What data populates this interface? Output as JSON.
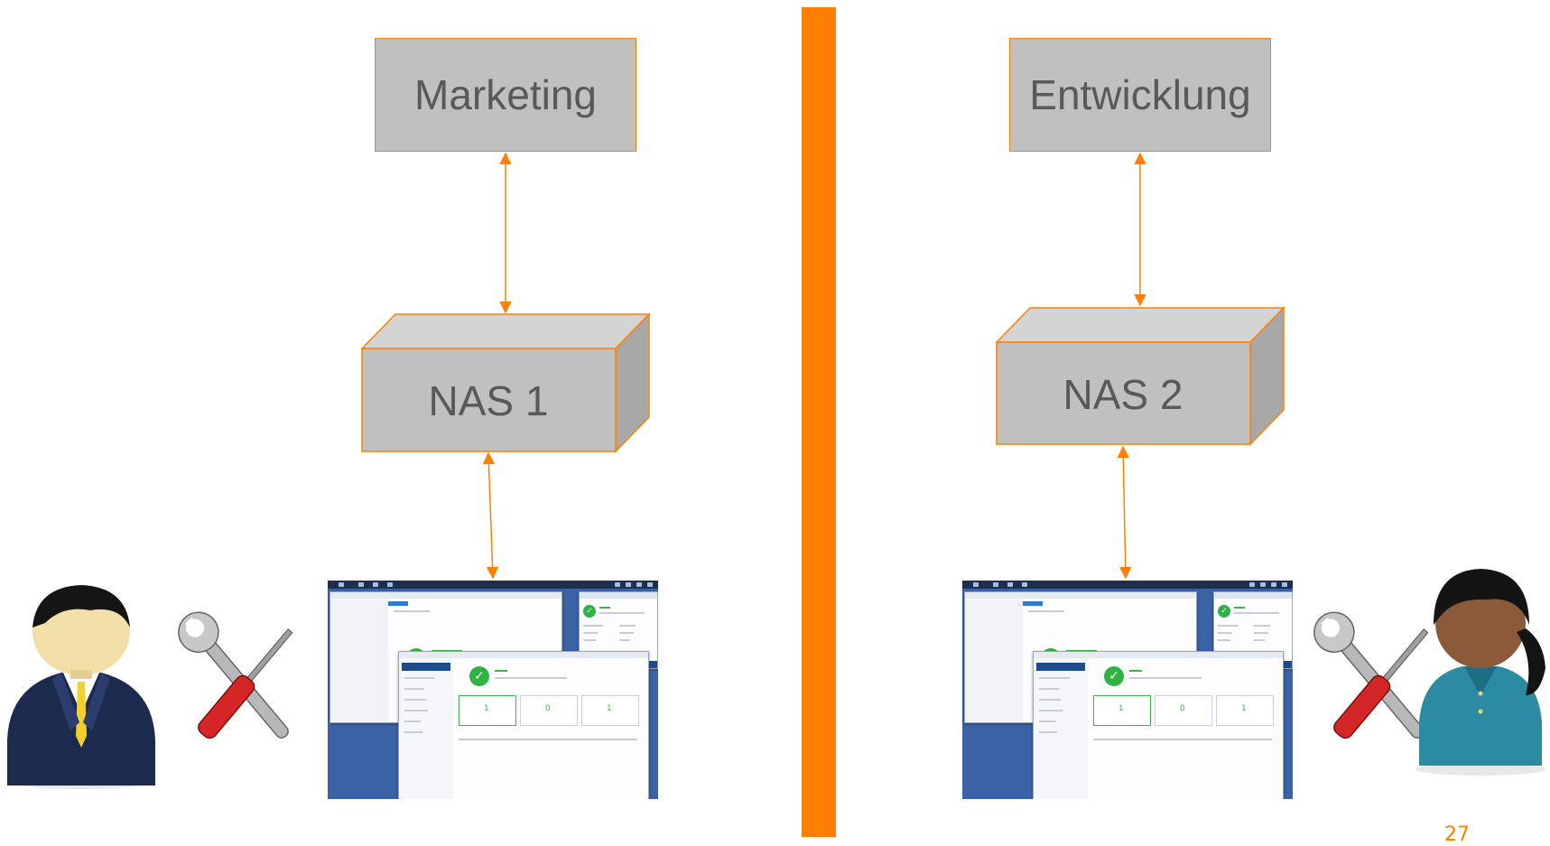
{
  "left": {
    "department": "Marketing",
    "nas": "NAS 1"
  },
  "right": {
    "department": "Entwicklung",
    "nas": "NAS 2"
  },
  "page_number": "27",
  "colors": {
    "accent": "#ff8000",
    "box_fill": "#c0c0c0",
    "box_text": "#595959"
  },
  "icons": [
    "businessman-icon",
    "tools-icon",
    "businesswoman-icon"
  ]
}
